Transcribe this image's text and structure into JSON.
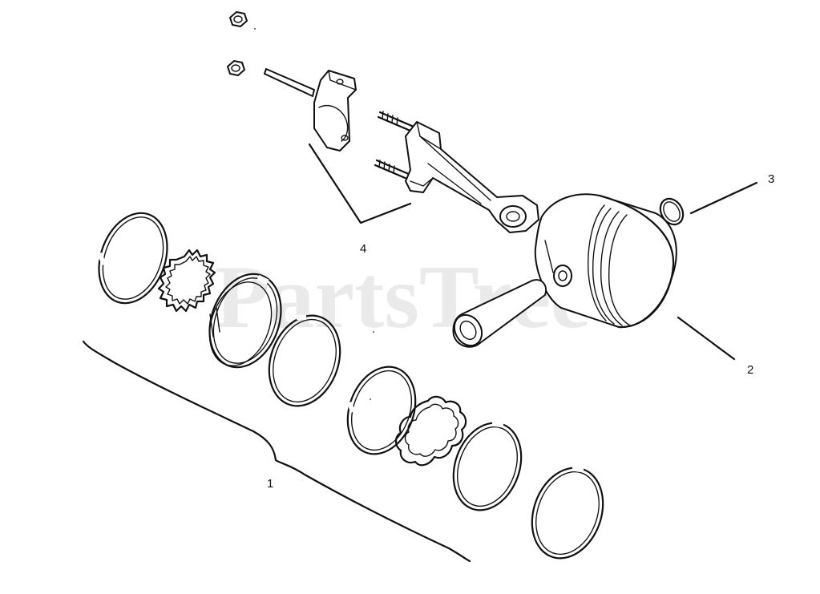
{
  "watermark": {
    "text": "PartsTree"
  },
  "callouts": {
    "c1": "1",
    "c2": "2",
    "c3": "3",
    "c4": "4"
  },
  "colors": {
    "line": "#111111",
    "background": "#ffffff",
    "watermark": "#d9d9d9"
  }
}
